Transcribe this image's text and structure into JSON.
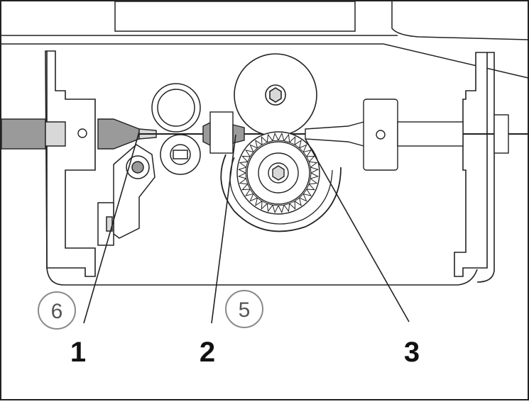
{
  "figure": {
    "callouts": [
      {
        "id": "callout-1",
        "label": "1"
      },
      {
        "id": "callout-2",
        "label": "2"
      },
      {
        "id": "callout-3",
        "label": "3"
      }
    ],
    "circled": [
      {
        "id": "circled-6",
        "label": "6"
      },
      {
        "id": "circled-5",
        "label": "5"
      }
    ],
    "colors": {
      "line": "#222222",
      "fill_light": "#ffffff",
      "fill_mid": "#d8d8d8",
      "fill_dark": "#9a9a9a",
      "circle_border": "#8a8a8a"
    }
  }
}
